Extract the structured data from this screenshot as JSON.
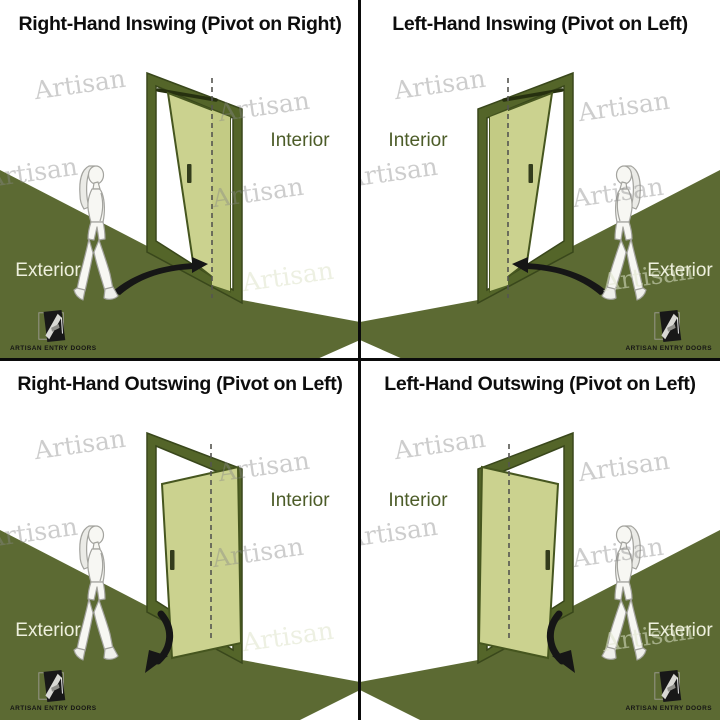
{
  "watermark": {
    "text": "Artisan"
  },
  "logo": {
    "brand": "ARTISAN ENTRY DOORS"
  },
  "colors": {
    "floor_green": "#5c6a33",
    "frame_green": "#546529",
    "door_green": "#cbd28f",
    "title_black": "#0d0d0d",
    "interior_text": "#4c5c28",
    "exterior_text": "#eef0dd",
    "arrow_black": "#161616"
  },
  "quadrants": [
    {
      "position": "top-left",
      "title": "Right-Hand Inswing (Pivot on Right)",
      "swing": "inswing",
      "pivot_side": "right",
      "interior_label": "Interior",
      "exterior_label": "Exterior"
    },
    {
      "position": "top-right",
      "title": "Left-Hand Inswing (Pivot on Left)",
      "swing": "inswing",
      "pivot_side": "left",
      "interior_label": "Interior",
      "exterior_label": "Exterior"
    },
    {
      "position": "bottom-left",
      "title": "Right-Hand Outswing (Pivot on Left)",
      "swing": "outswing",
      "pivot_side": "left",
      "interior_label": "Interior",
      "exterior_label": "Exterior"
    },
    {
      "position": "bottom-right",
      "title": "Left-Hand Outswing (Pivot on Left)",
      "swing": "outswing",
      "pivot_side": "left",
      "interior_label": "Interior",
      "exterior_label": "Exterior"
    }
  ]
}
